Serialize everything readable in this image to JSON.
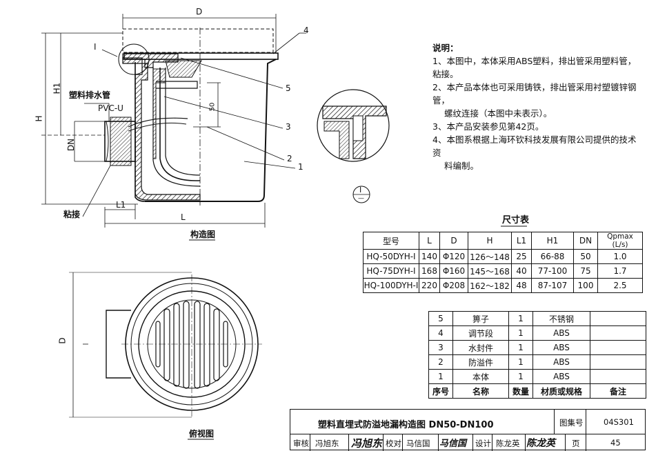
{
  "drawing": {
    "view_construction": "构造图",
    "view_plan": "俯视图",
    "dim_D": "D",
    "dim_H": "H",
    "dim_H1": "H1",
    "dim_DN": "DN",
    "dim_L": "L",
    "dim_L1": "L1",
    "dim_50": "50",
    "dim_D_plan": "D",
    "detail_label": "I",
    "detail_bubble_top": "I",
    "detail_bubble_bottom": "—",
    "callouts": [
      "4",
      "5",
      "3",
      "2",
      "1"
    ],
    "label_pipe": "塑料排水管",
    "label_pvc": "PVC-U",
    "label_glue": "粘接"
  },
  "notes": {
    "heading": "说明：",
    "items": [
      "1、本图中，本体采用ABS塑料，排出管采用塑料管，粘接。",
      "2、本产品本体也可采用铸铁，排出管采用衬塑镀锌钢管，",
      "螺纹连接（本图中未表示）。",
      "3、本产品安装参见第42页。",
      "4、本图系根据上海环钦科技发展有限公司提供的技术资",
      "料编制。"
    ]
  },
  "dimension_table": {
    "title": "尺寸表",
    "headers": [
      "型号",
      "L",
      "D",
      "H",
      "L1",
      "H1",
      "DN",
      "Qpmax (L/s)"
    ],
    "rows": [
      [
        "HQ-50DYH-Ⅰ",
        "140",
        "Φ120",
        "126～148",
        "25",
        "66-88",
        "50",
        "1.0"
      ],
      [
        "HQ-75DYH-Ⅰ",
        "168",
        "Φ160",
        "145～168",
        "40",
        "77-100",
        "75",
        "1.7"
      ],
      [
        "HQ-100DYH-Ⅰ",
        "220",
        "Φ208",
        "162～182",
        "48",
        "87-107",
        "100",
        "2.5"
      ]
    ]
  },
  "parts_table": {
    "rows": [
      [
        "5",
        "箅子",
        "1",
        "不锈钢",
        ""
      ],
      [
        "4",
        "调节段",
        "1",
        "ABS",
        ""
      ],
      [
        "3",
        "水封件",
        "1",
        "ABS",
        ""
      ],
      [
        "2",
        "防溢件",
        "1",
        "ABS",
        ""
      ],
      [
        "1",
        "本体",
        "1",
        "ABS",
        ""
      ]
    ],
    "headers": [
      "序号",
      "名称",
      "数量",
      "材质或规格",
      "备注"
    ]
  },
  "title_block": {
    "title": "塑料直埋式防溢地漏构造图  DN50-DN100",
    "atlas_label": "图集号",
    "atlas_no": "04S301",
    "review_label": "审核",
    "reviewer": "冯旭东",
    "reviewer_sig": "冯旭东",
    "check_label": "校对",
    "checker": "马信国",
    "checker_sig": "马信国",
    "design_label": "设计",
    "designer": "陈龙英",
    "designer_sig": "陈龙英",
    "page_label": "页",
    "page_no": "45"
  }
}
